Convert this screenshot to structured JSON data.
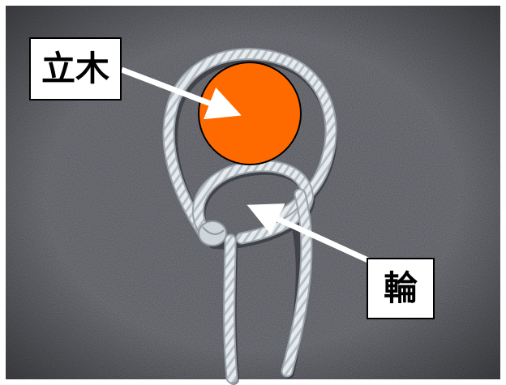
{
  "photo": {
    "description_key": "bowline-knot-photo",
    "colors": {
      "carpet": "#4a4c52",
      "carpet_dark": "#2c2d31",
      "rope": "#e6ebee",
      "rope_shadow": "#9aa3aa",
      "post": "#ff6a00",
      "arrow": "#ffffff"
    }
  },
  "labels": {
    "standing_post": "立木",
    "loop": "輪"
  }
}
